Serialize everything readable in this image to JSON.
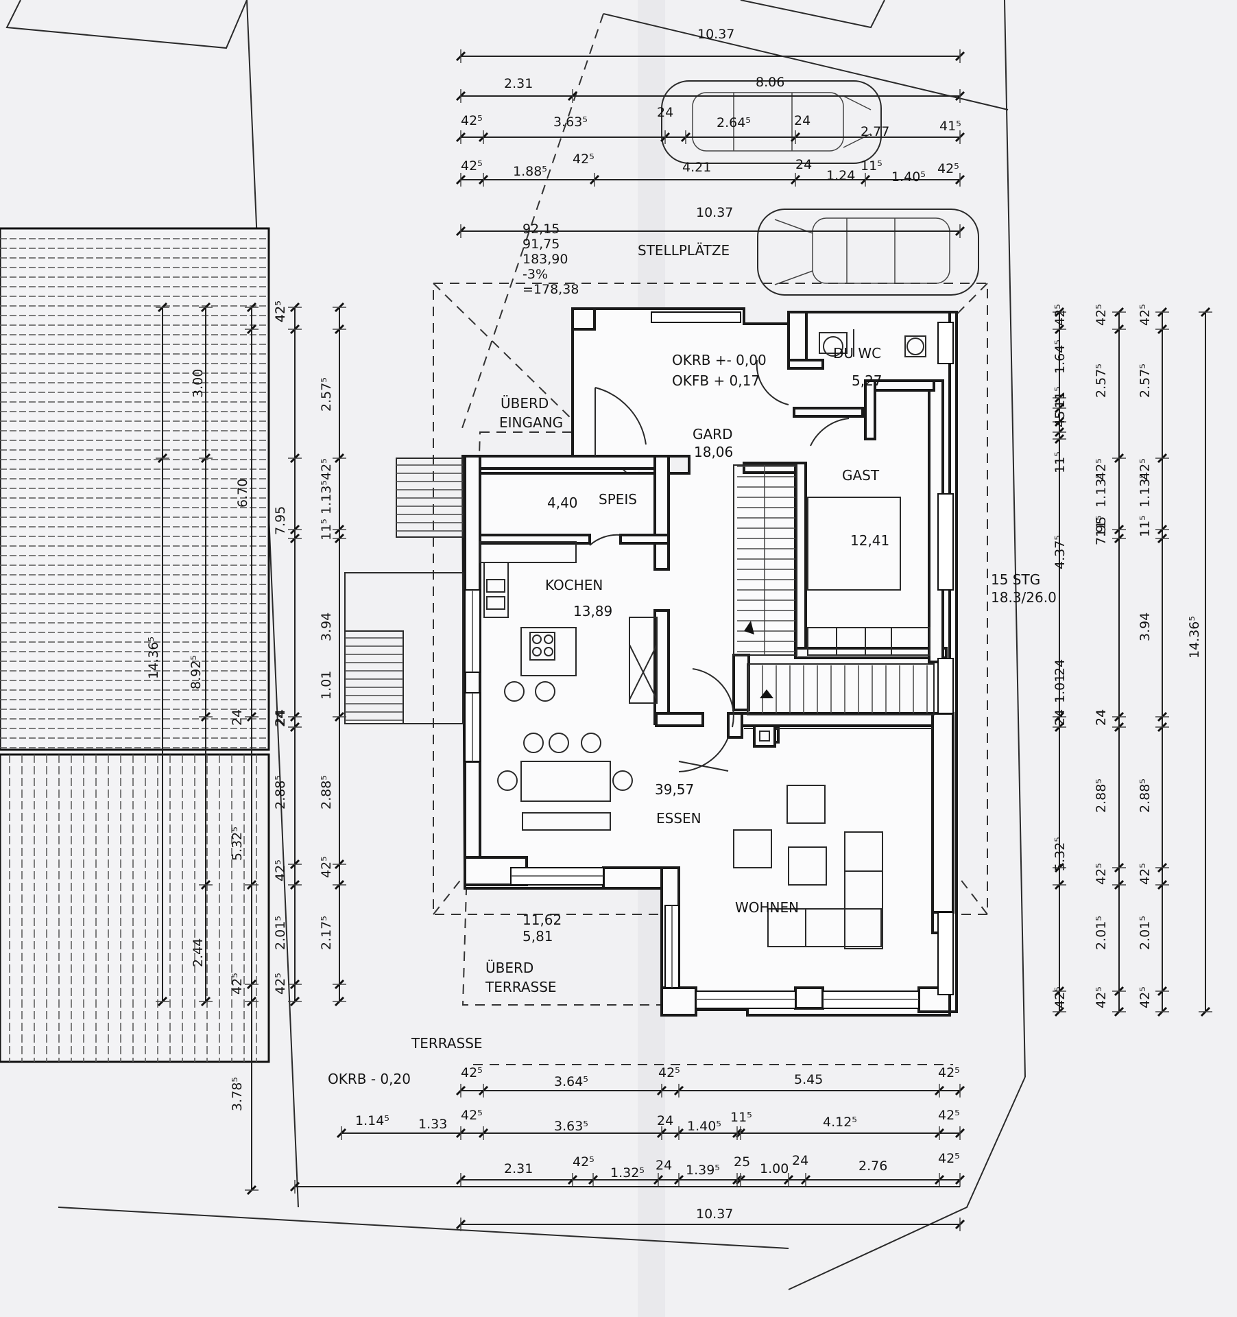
{
  "rooms": {
    "stellplaetze": "STELLPLÄTZE",
    "du_wc": "DU WC",
    "du_wc_area": "5,27",
    "okrb": "OKRB +- 0,00",
    "okfb": "OKFB + 0,17",
    "ueberd_eingang_1": "ÜBERD",
    "ueberd_eingang_2": "EINGANG",
    "gard": "GARD",
    "gard_area": "18,06",
    "gast": "GAST",
    "gast_area": "12,41",
    "speis": "SPEIS",
    "speis_area": "4,40",
    "kochen": "KOCHEN",
    "kochen_area": "13,89",
    "essen": "ESSEN",
    "essen_area": "39,57",
    "wohnen": "WOHNEN",
    "terrasse_area_1": "11,62",
    "terrasse_area_2": "5,81",
    "ueberd_terrasse_1": "ÜBERD",
    "ueberd_terrasse_2": "TERRASSE",
    "terrasse": "TERRASSE",
    "okrb_terrasse": "OKRB - 0,20",
    "stairs_1": "15 STG",
    "stairs_2": "18.3/26.0"
  },
  "levels": [
    "92,15",
    "91,75",
    "183,90",
    "-3%",
    "=178,38"
  ],
  "dims_top": {
    "overall": "10.37",
    "row1": [
      "2.31",
      "8.06"
    ],
    "row2": [
      "42⁵",
      "3.63⁵",
      "24",
      "2.64⁵",
      "24",
      "2.77",
      "41⁵"
    ],
    "row3": [
      "42⁵",
      "1.88⁵",
      "42⁵",
      "4.21",
      "24",
      "1.24",
      "11⁵",
      "1.40⁵",
      "42⁵"
    ],
    "carport": "10.37"
  },
  "dims_bottom": {
    "row1": [
      "42⁵",
      "3.64⁵",
      "42⁵",
      "5.45",
      "42⁵"
    ],
    "row2": [
      "1.14⁵",
      "1.33",
      "42⁵",
      "3.63⁵",
      "24",
      "1.40⁵",
      "11⁵",
      "4.12⁵",
      "42⁵"
    ],
    "row3": [
      "2.31",
      "42⁵",
      "1.32⁵",
      "24",
      "1.39⁵",
      "25",
      "1.00",
      "24",
      "2.76",
      "42⁵"
    ],
    "overall": "10.37",
    "terrace_depth": "3.78⁵"
  },
  "dims_left": {
    "a": [
      "3.00",
      "6.70",
      "8.92⁵",
      "14.36⁵"
    ],
    "b": [
      "42⁵",
      "2.57⁵",
      "42⁵",
      "1.13⁵",
      "11⁵",
      "3.94",
      "24",
      "1.01",
      "24",
      "2.88⁵",
      "42⁵",
      "2.17⁵"
    ],
    "c": [
      "42⁵",
      "7.95",
      "24",
      "2.88⁵",
      "42⁵",
      "2.01⁵",
      "42⁵",
      "5.32⁵",
      "2.44",
      "42⁵"
    ]
  },
  "dims_right": {
    "a": [
      "42⁵",
      "1.64⁵",
      "11⁵",
      "45",
      "11⁵",
      "4.37⁵",
      "24",
      "1.01",
      "24",
      "5.32⁵",
      "42⁵"
    ],
    "b": [
      "42⁵",
      "2.57⁵",
      "42⁵",
      "1.13⁵",
      "11⁵",
      "7.95",
      "24",
      "2.88⁵",
      "42⁵",
      "2.01⁵",
      "42⁵"
    ],
    "c": [
      "42⁵",
      "2.57⁵",
      "42⁵",
      "1.13⁵",
      "11⁵",
      "3.94",
      "24",
      "2.88⁵",
      "42⁵",
      "2.01⁵",
      "42⁵",
      "14.36⁵"
    ]
  }
}
